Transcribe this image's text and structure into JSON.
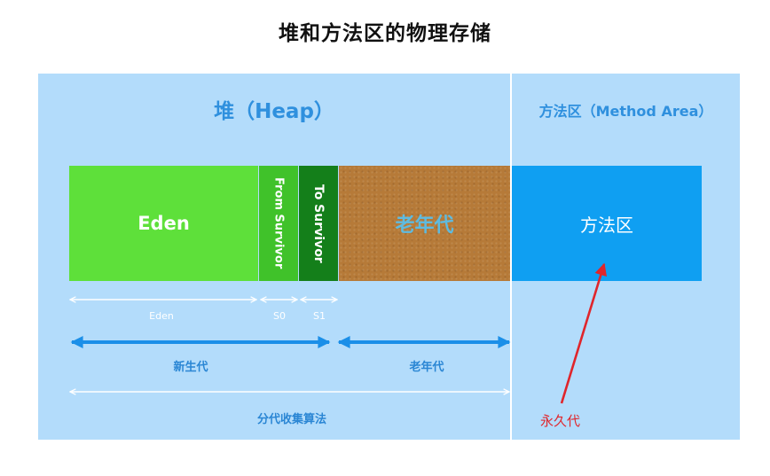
{
  "title": "堆和方法区的物理存储",
  "heap": {
    "heading": "堆（Heap）"
  },
  "method_area": {
    "heading": "方法区（Method Area）",
    "block_label": "方法区"
  },
  "blocks": {
    "eden": "Eden",
    "from_survivor": "From Survivor",
    "to_survivor": "To Survivor",
    "old_gen": "老年代"
  },
  "measure_labels": {
    "eden": "Eden",
    "s0": "S0",
    "s1": "S1",
    "young_gen": "新生代",
    "old_gen": "老年代",
    "generational_gc": "分代收集算法"
  },
  "annotation": {
    "label": "永久代",
    "color": "#e0252b"
  },
  "colors": {
    "panel_bg": "#b3dcfb",
    "eden": "#5ee03a",
    "from_survivor": "#40c22a",
    "to_survivor": "#147f1a",
    "old_gen": "#b67a38",
    "method_block": "#0f9ff2",
    "heading_blue": "#2f90de"
  }
}
